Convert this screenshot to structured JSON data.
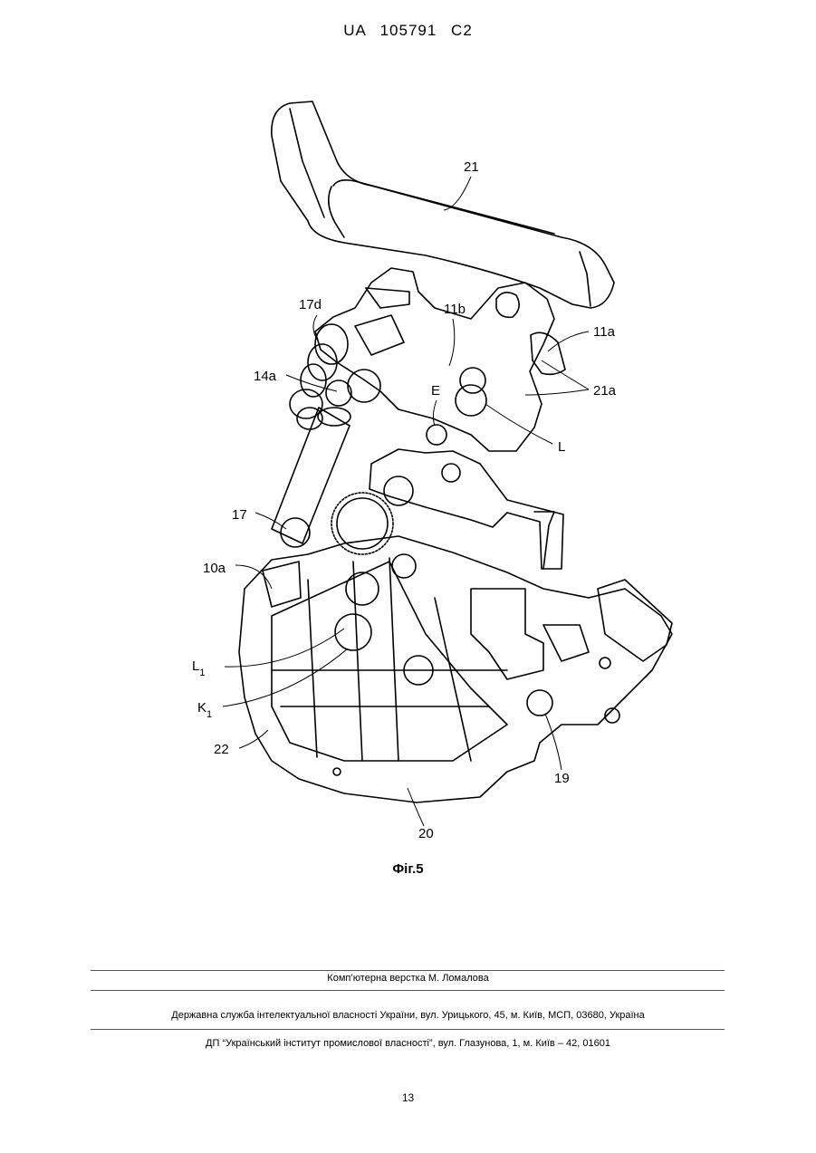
{
  "header": {
    "patent_id": "UA   105791   C2"
  },
  "figure": {
    "caption": "Фіг.5",
    "labels": {
      "l21": "21",
      "l17d": "17d",
      "l11b": "11b",
      "l11a": "11a",
      "l14a": "14a",
      "lE": "E",
      "l21a": "21a",
      "lL": "L",
      "l17": "17",
      "l10a": "10a",
      "lL1_base": "L",
      "lL1_sub": "1",
      "lK1_base": "K",
      "lK1_sub": "1",
      "l22": "22",
      "l19": "19",
      "l20": "20"
    }
  },
  "footer": {
    "typesetting": "Комп’ютерна верстка М. Ломалова",
    "office": "Державна служба інтелектуальної власності України, вул. Урицького, 45, м. Київ, МСП, 03680, Україна",
    "institute": "ДП “Український інститут промислової власності”, вул. Глазунова, 1, м. Київ – 42, 01601"
  },
  "page_number": "13"
}
